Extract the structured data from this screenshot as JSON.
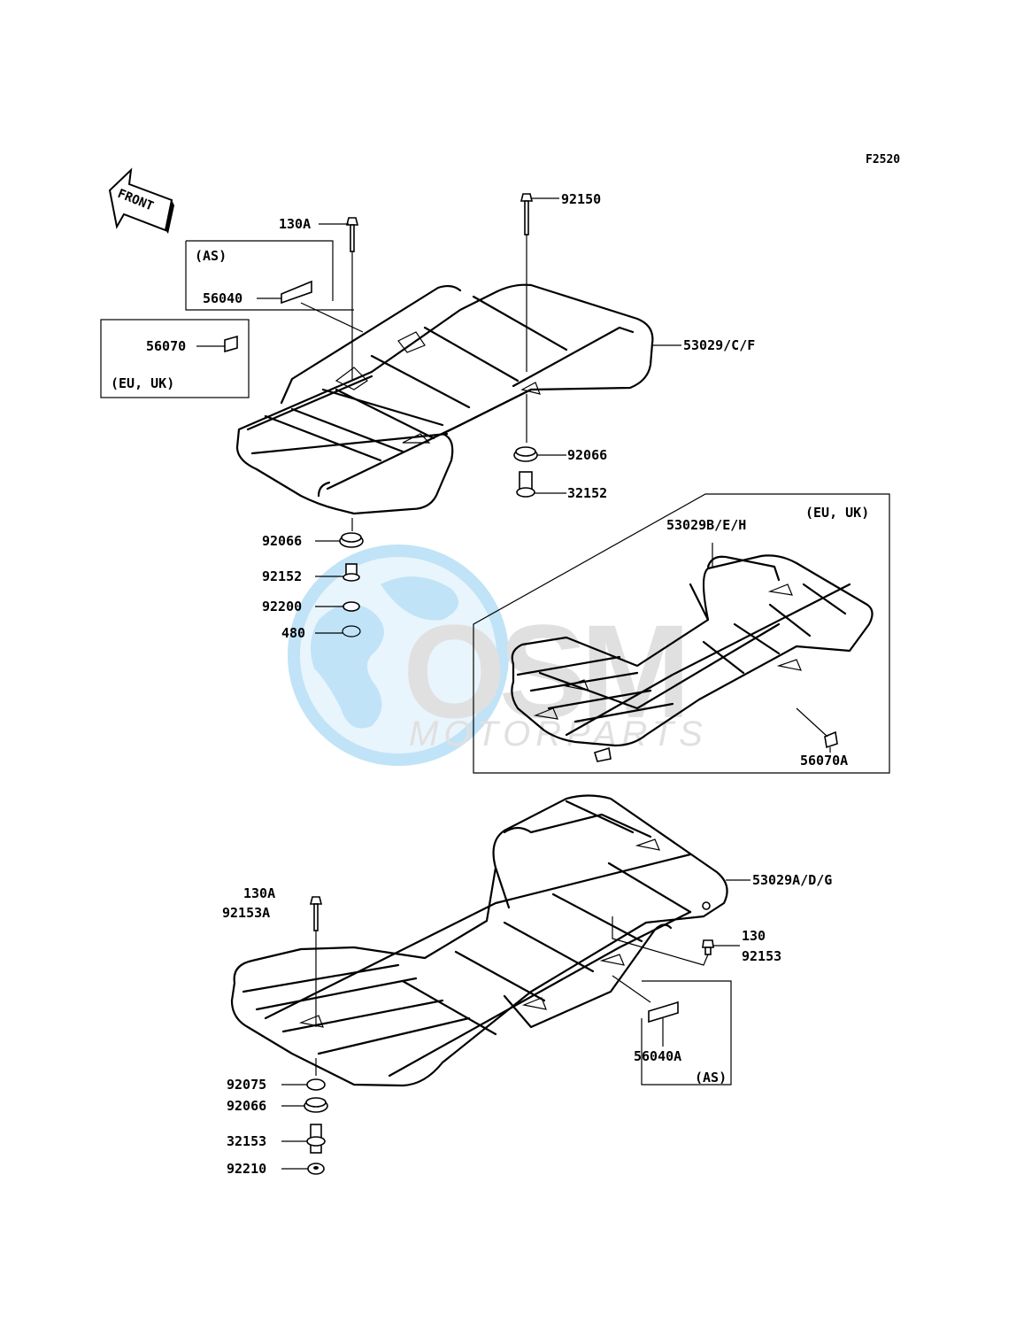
{
  "diagram_code": "F2520",
  "front_arrow": {
    "text": "FRONT"
  },
  "watermark": {
    "logo": "OSM",
    "text": "MOTORPARTS",
    "color_globe": "#8ecdf2",
    "color_logo": "#c8c8c8"
  },
  "labels": {
    "l130a_top": "130A",
    "l92150": "92150",
    "as_top": "(AS)",
    "l56040": "56040",
    "l56070": "56070",
    "eu_uk_left": "(EU, UK)",
    "l53029cf": "53029/C/F",
    "l92066_right": "92066",
    "l32152": "32152",
    "l92066_left": "92066",
    "l92152": "92152",
    "l92200": "92200",
    "l480": "480",
    "eu_uk_box": "(EU, UK)",
    "l53029beh": "53029B/E/H",
    "l56070a": "56070A",
    "l53029adg": "53029A/D/G",
    "l130a_bottom": "130A",
    "l92153a": "92153A",
    "l130": "130",
    "l92153": "92153",
    "l56040a": "56040A",
    "as_bottom": "(AS)",
    "l92075": "92075",
    "l92066_bottom": "92066",
    "l32153": "32153",
    "l92210": "92210"
  }
}
